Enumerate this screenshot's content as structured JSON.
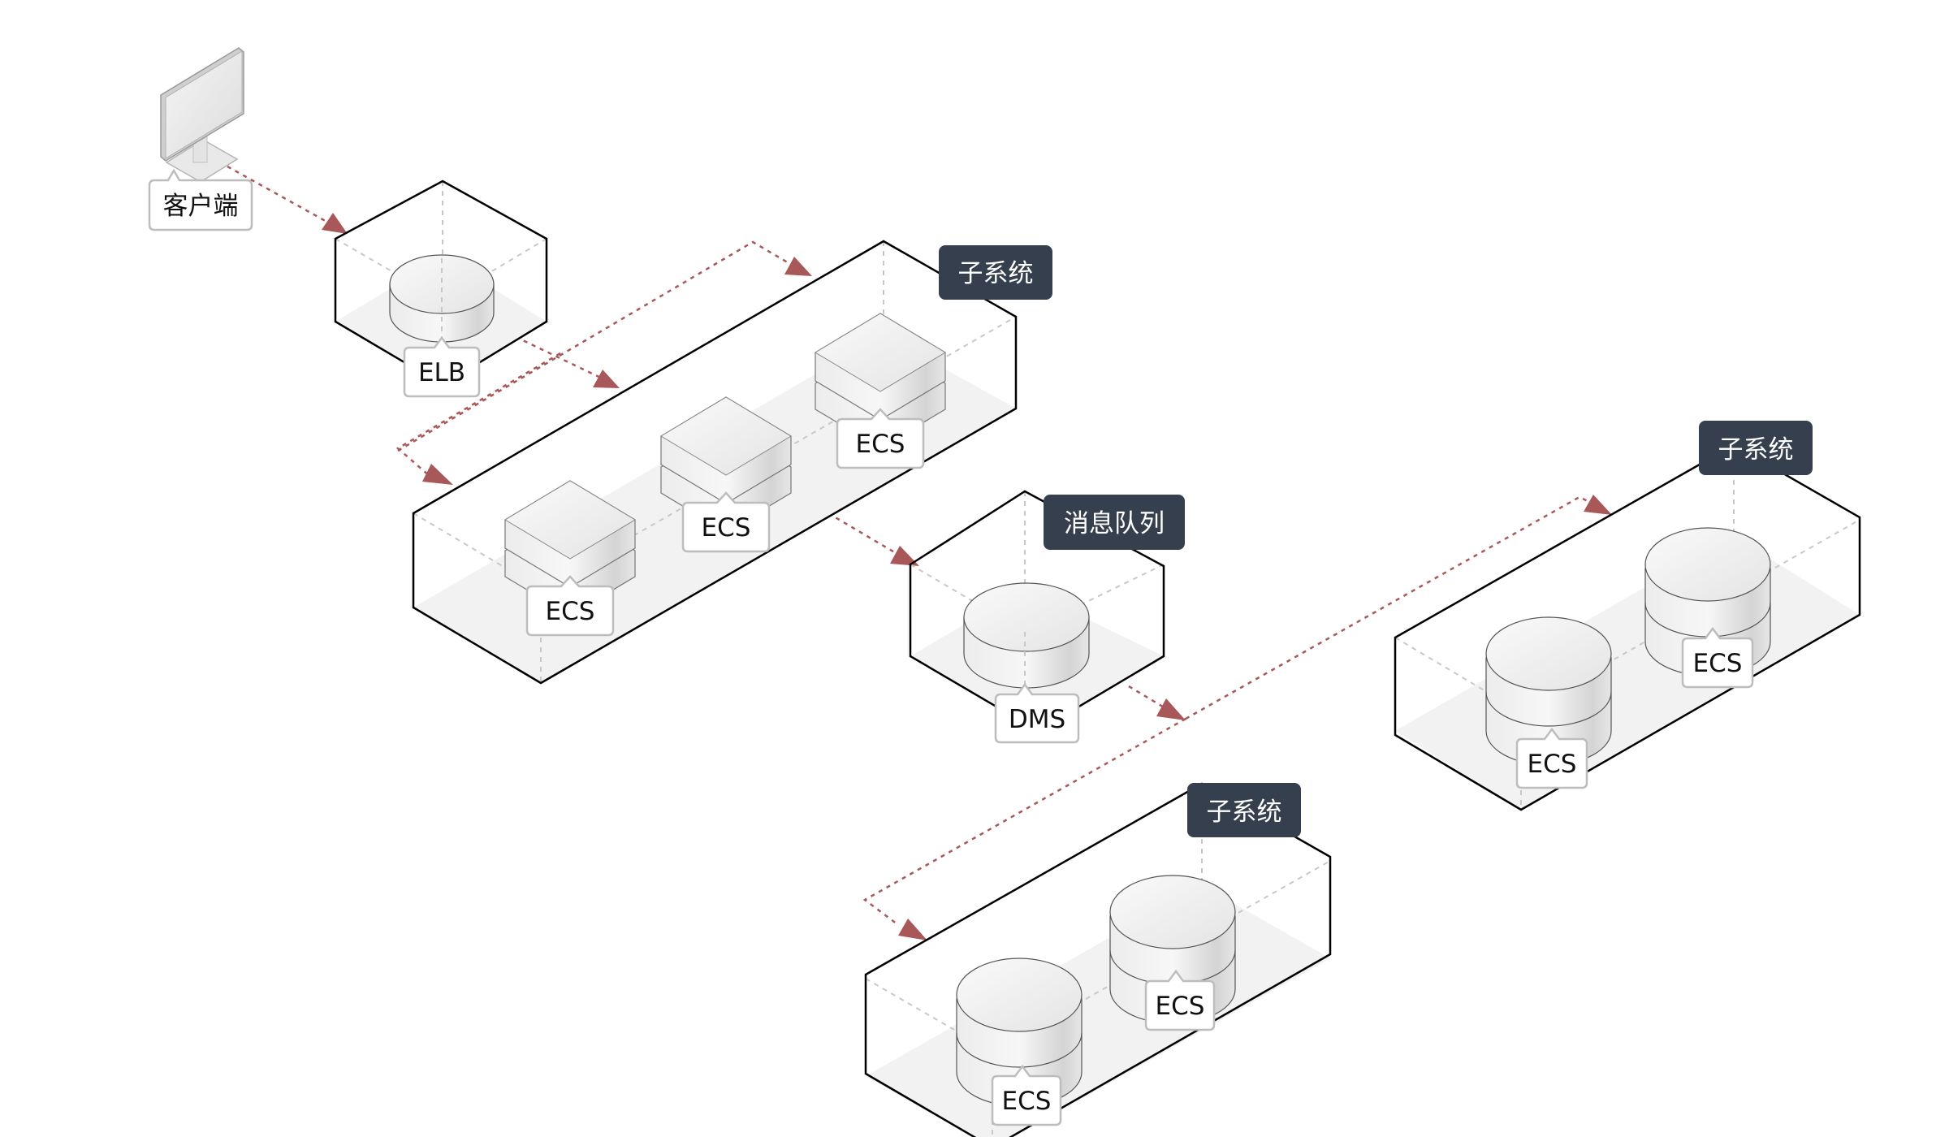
{
  "diagram": {
    "client": {
      "label": "客户端",
      "icon": "monitor-icon"
    },
    "load_balancer": {
      "label": "ELB",
      "icon": "cylinder-icon"
    },
    "subsystem_1": {
      "badge": "子系统",
      "nodes": [
        {
          "label": "ECS",
          "icon": "server-block-icon"
        },
        {
          "label": "ECS",
          "icon": "server-block-icon"
        },
        {
          "label": "ECS",
          "icon": "server-block-icon"
        }
      ]
    },
    "message_queue": {
      "badge": "消息队列",
      "node": {
        "label": "DMS",
        "icon": "cylinder-icon"
      }
    },
    "subsystem_2": {
      "badge": "子系统",
      "nodes": [
        {
          "label": "ECS",
          "icon": "database-icon"
        },
        {
          "label": "ECS",
          "icon": "database-icon"
        }
      ]
    },
    "subsystem_3": {
      "badge": "子系统",
      "nodes": [
        {
          "label": "ECS",
          "icon": "database-icon"
        },
        {
          "label": "ECS",
          "icon": "database-icon"
        }
      ]
    },
    "colors": {
      "badge_bg": "#363f4e",
      "flow_arrow": "#a85858",
      "box_edge": "#000000"
    }
  }
}
